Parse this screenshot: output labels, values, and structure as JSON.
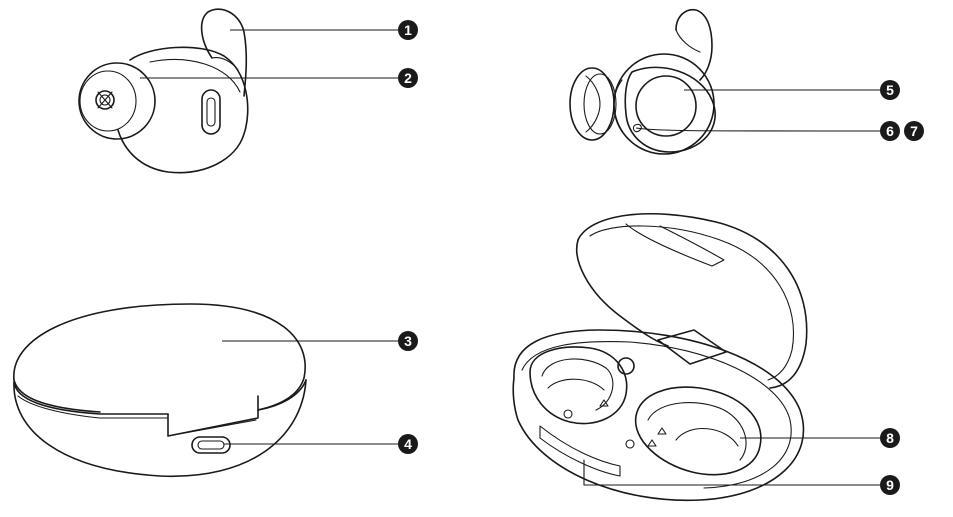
{
  "colors": {
    "line": "#1a1a1a",
    "badge_fill": "#1a1a1a",
    "badge_text": "#ffffff",
    "background": "#ffffff"
  },
  "callouts": [
    "1",
    "2",
    "3",
    "4",
    "5",
    "6",
    "7",
    "8",
    "9"
  ],
  "figures": [
    {
      "name": "earbud-inner-side",
      "icon": "earbud-with-ear-tip"
    },
    {
      "name": "earbud-outer-side",
      "icon": "earbud-touch-panel"
    },
    {
      "name": "charging-case-closed",
      "icon": "charging-case-closed"
    },
    {
      "name": "charging-case-open",
      "icon": "charging-case-open"
    }
  ]
}
